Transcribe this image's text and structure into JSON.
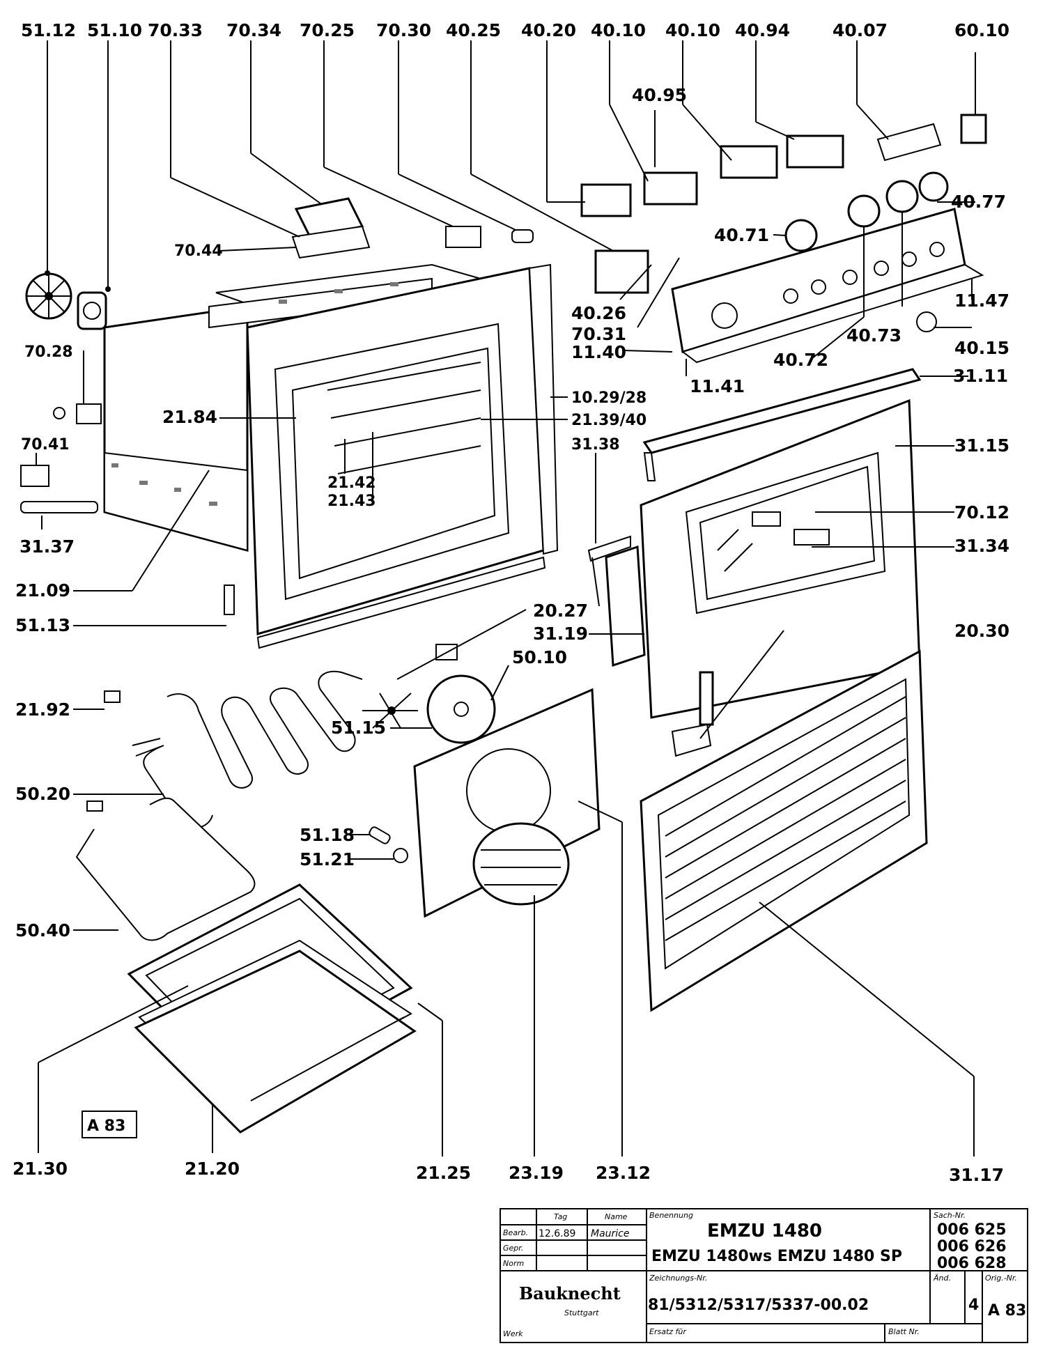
{
  "callouts": [
    {
      "id": "51.12",
      "text": "51.12"
    },
    {
      "id": "51.10",
      "text": "51.10"
    },
    {
      "id": "70.33",
      "text": "70.33"
    },
    {
      "id": "70.34",
      "text": "70.34"
    },
    {
      "id": "70.25",
      "text": "70.25"
    },
    {
      "id": "70.30",
      "text": "70.30"
    },
    {
      "id": "40.25",
      "text": "40.25"
    },
    {
      "id": "40.20",
      "text": "40.20"
    },
    {
      "id": "40.10a",
      "text": "40.10"
    },
    {
      "id": "40.10b",
      "text": "40.10"
    },
    {
      "id": "40.94",
      "text": "40.94"
    },
    {
      "id": "40.07",
      "text": "40.07"
    },
    {
      "id": "60.10",
      "text": "60.10"
    },
    {
      "id": "40.95",
      "text": "40.95"
    },
    {
      "id": "40.77",
      "text": "40.77"
    },
    {
      "id": "40.71",
      "text": "40.71"
    },
    {
      "id": "70.44",
      "text": "70.44"
    },
    {
      "id": "11.47",
      "text": "11.47"
    },
    {
      "id": "40.26",
      "text": "40.26"
    },
    {
      "id": "70.31",
      "text": "70.31"
    },
    {
      "id": "40.73",
      "text": "40.73"
    },
    {
      "id": "40.15",
      "text": "40.15"
    },
    {
      "id": "70.28",
      "text": "70.28"
    },
    {
      "id": "11.40",
      "text": "11.40"
    },
    {
      "id": "40.72",
      "text": "40.72"
    },
    {
      "id": "11.41",
      "text": "11.41"
    },
    {
      "id": "31.11",
      "text": "31.11"
    },
    {
      "id": "10.29/28",
      "text": "10.29/28"
    },
    {
      "id": "21.84",
      "text": "21.84"
    },
    {
      "id": "21.39/40",
      "text": "21.39/40"
    },
    {
      "id": "70.41",
      "text": "70.41"
    },
    {
      "id": "31.38",
      "text": "31.38"
    },
    {
      "id": "31.15",
      "text": "31.15"
    },
    {
      "id": "21.42",
      "text": "21.42"
    },
    {
      "id": "21.43",
      "text": "21.43"
    },
    {
      "id": "70.12",
      "text": "70.12"
    },
    {
      "id": "31.37",
      "text": "31.37"
    },
    {
      "id": "31.34",
      "text": "31.34"
    },
    {
      "id": "21.09",
      "text": "21.09"
    },
    {
      "id": "20.27",
      "text": "20.27"
    },
    {
      "id": "51.13",
      "text": "51.13"
    },
    {
      "id": "31.19",
      "text": "31.19"
    },
    {
      "id": "20.30",
      "text": "20.30"
    },
    {
      "id": "50.10",
      "text": "50.10"
    },
    {
      "id": "21.92",
      "text": "21.92"
    },
    {
      "id": "51.15",
      "text": "51.15"
    },
    {
      "id": "50.20",
      "text": "50.20"
    },
    {
      "id": "51.18",
      "text": "51.18"
    },
    {
      "id": "51.21",
      "text": "51.21"
    },
    {
      "id": "50.40",
      "text": "50.40"
    },
    {
      "id": "21.30",
      "text": "21.30"
    },
    {
      "id": "21.20",
      "text": "21.20"
    },
    {
      "id": "21.25",
      "text": "21.25"
    },
    {
      "id": "23.19",
      "text": "23.19"
    },
    {
      "id": "23.12",
      "text": "23.12"
    },
    {
      "id": "31.17",
      "text": "31.17"
    }
  ],
  "stamp": "A 83",
  "title_block": {
    "col_tag": "Tag",
    "col_name": "Name",
    "row_bearb": "Bearb.",
    "row_gepr": "Gepr.",
    "row_norm": "Norm",
    "bearb_date": "12.6.89",
    "bearb_name": "Maurice",
    "benennung_label": "Benennung",
    "title_line1": "EMZU 1480",
    "title_line2": "EMZU 1480ws EMZU 1480 SP",
    "sach_label": "Sach-Nr.",
    "sach_numbers": [
      "006 625",
      "006 626",
      "006 628"
    ],
    "zeichnung_label": "Zeichnungs-Nr.",
    "drawing_number": "81/5312/5317/5337-00.02",
    "and_label": "Änd.",
    "and_value": "4",
    "orig_label": "Orig.-Nr.",
    "orig_value": "A 83",
    "ersatz_label": "Ersatz für",
    "blatt_label": "Blatt Nr.",
    "company": "Bauknecht",
    "city": "Stuttgart",
    "werk_label": "Werk"
  }
}
